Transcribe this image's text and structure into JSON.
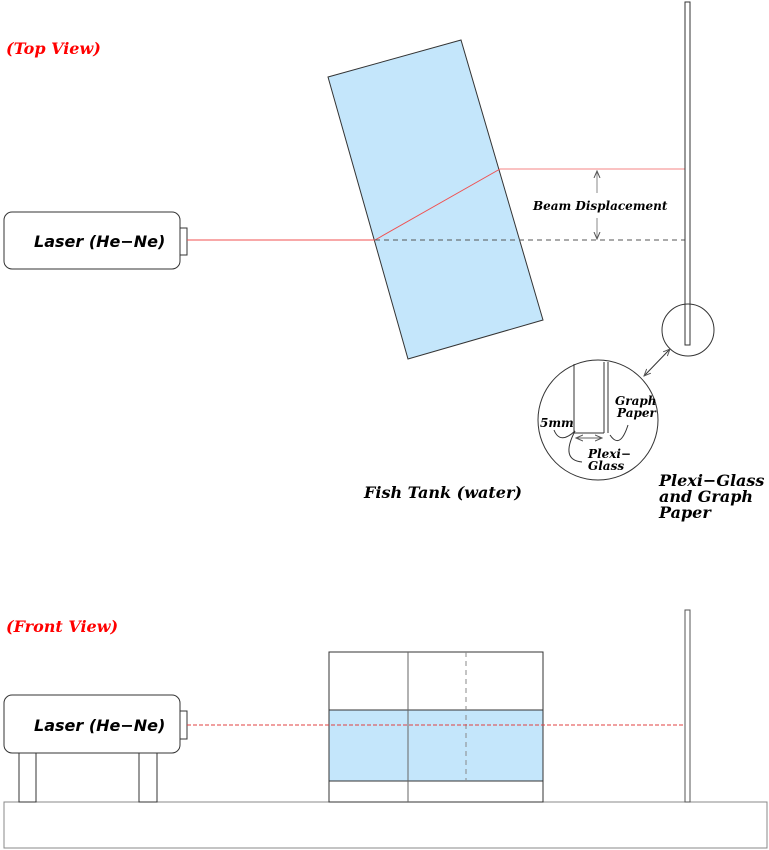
{
  "top_view": {
    "title": "(Top View)",
    "laser_label": "Laser (He−Ne)",
    "beam_displacement_label": "Beam Displacement",
    "tank_label": "Fish Tank (water)",
    "inset": {
      "distance_label": "5mm",
      "graph_paper_label_1": "Graph",
      "graph_paper_label_2": "Paper",
      "plexi_label_1": "Plexi−",
      "plexi_label_2": "Glass"
    },
    "screen_label_1": "Plexi−Glass",
    "screen_label_2": "and Graph",
    "screen_label_3": "Paper"
  },
  "front_view": {
    "title": "(Front View)",
    "laser_label": "Laser (He−Ne)"
  },
  "colors": {
    "beam": "#ff0000",
    "water": "#c4e6fb",
    "title": "#ff0000"
  }
}
